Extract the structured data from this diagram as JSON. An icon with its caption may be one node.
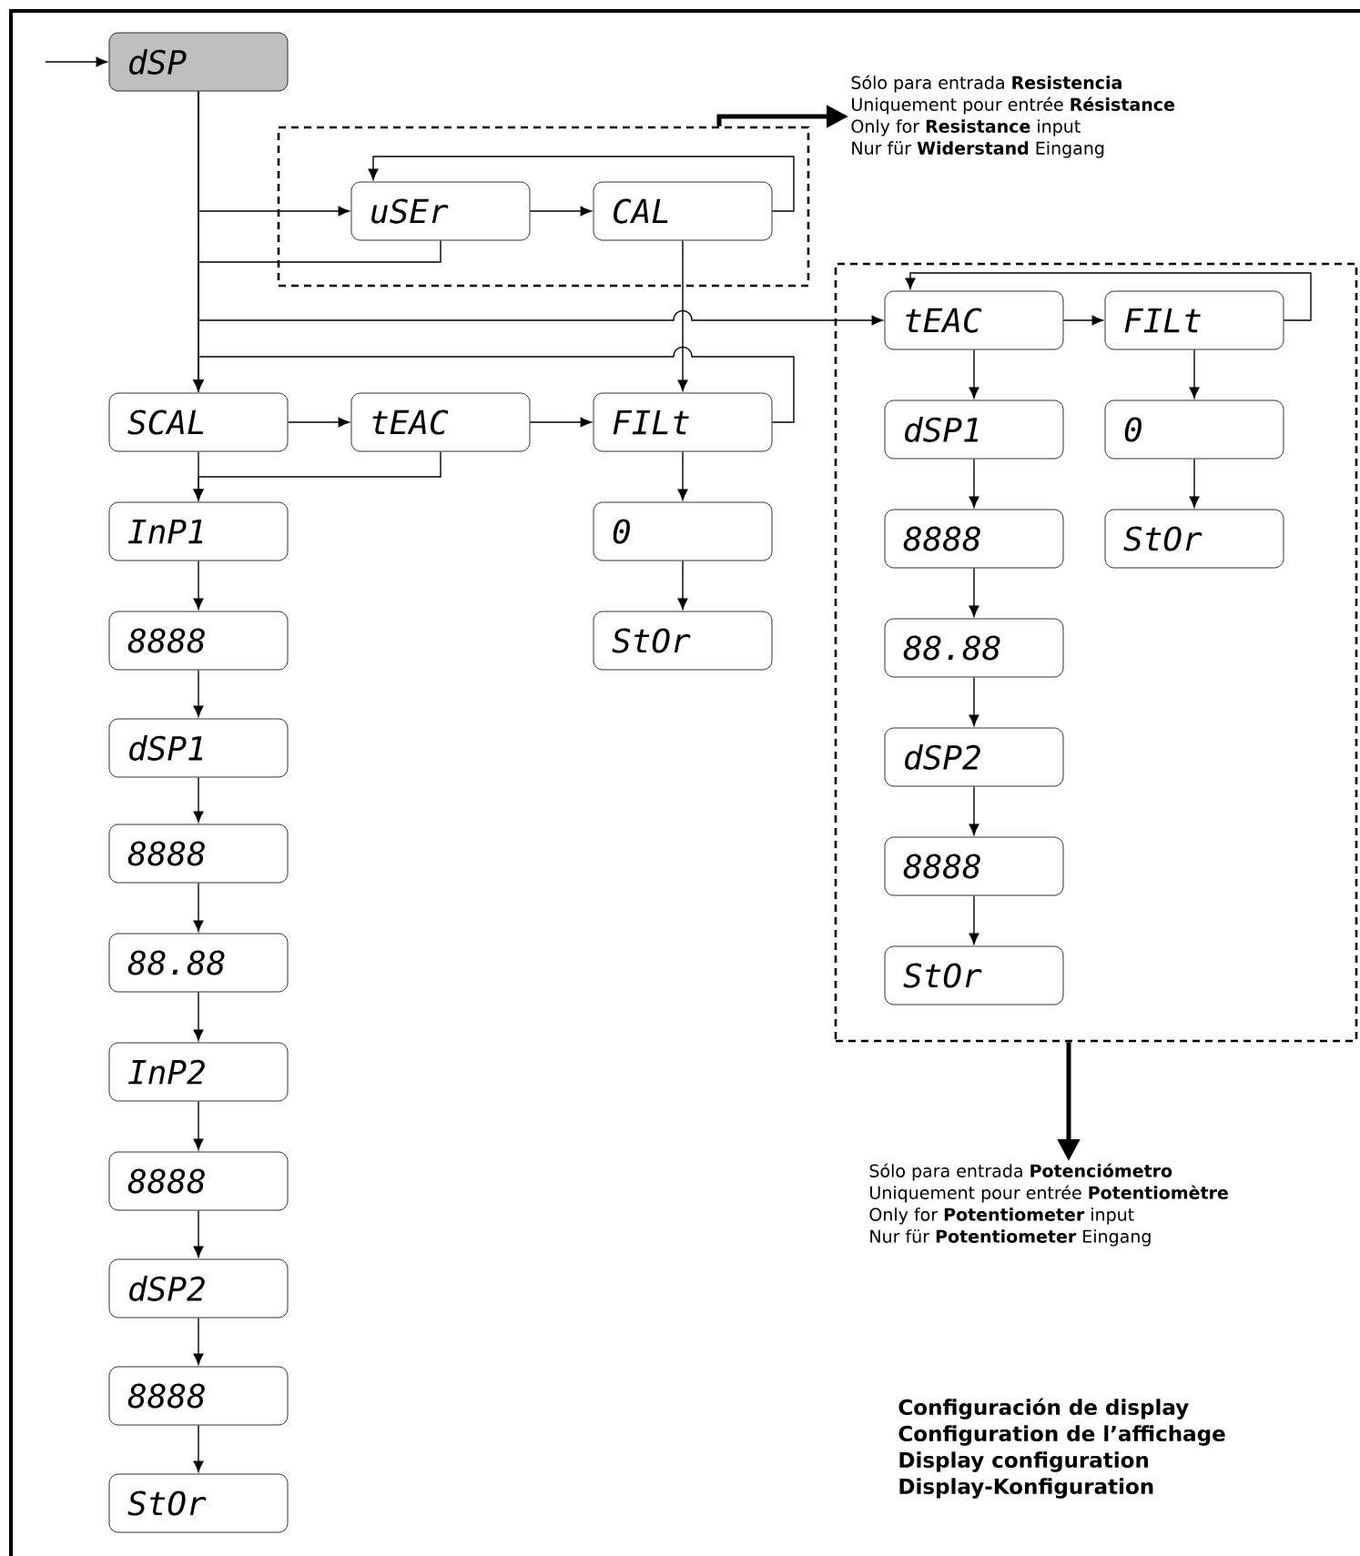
{
  "diagram": {
    "nodes": [
      {
        "text": [
          "dSP"
        ]
      },
      {
        "text": [],
        "shape": "box"
      },
      {
        "text": [
          "uSEr"
        ],
        "in": 1
      },
      {
        "text": [
          "CAL"
        ],
        "in": 1
      },
      {
        "text": [
          "Sólo para entrada **Resistencia**",
          "Uniquement pour entrée **Résistance**",
          "Only for **Resistance** input",
          "Nur für **Widerstand** Eingang"
        ]
      },
      {
        "text": [],
        "shape": "box"
      },
      {
        "text": [
          "tEAC"
        ],
        "in": 5
      },
      {
        "text": [
          "FILt"
        ],
        "in": 5
      },
      {
        "text": [
          "dSP1"
        ],
        "in": 5
      },
      {
        "text": [
          "0"
        ],
        "in": 5
      },
      {
        "text": [
          "StOr"
        ],
        "in": 5
      },
      {
        "text": [
          "8888"
        ],
        "in": 5
      },
      {
        "text": [
          "88.88"
        ],
        "in": 5
      },
      {
        "text": [
          "dSP2"
        ],
        "in": 5
      },
      {
        "text": [
          "8888"
        ],
        "in": 5
      },
      {
        "text": [
          "StOr"
        ],
        "in": 5
      },
      {
        "text": [
          "SCAL"
        ]
      },
      {
        "text": [
          "tEAC"
        ]
      },
      {
        "text": [
          "FILt"
        ]
      },
      {
        "text": [
          "0"
        ]
      },
      {
        "text": [
          "StOr"
        ]
      },
      {
        "text": [
          "InP1"
        ]
      },
      {
        "text": [
          "8888"
        ]
      },
      {
        "text": [
          "dSP1"
        ]
      },
      {
        "text": [
          "8888"
        ]
      },
      {
        "text": [
          "88.88"
        ]
      },
      {
        "text": [
          "InP2"
        ]
      },
      {
        "text": [
          "8888"
        ]
      },
      {
        "text": [
          "dSP2"
        ]
      },
      {
        "text": [
          "8888"
        ]
      },
      {
        "text": [
          "StOr"
        ]
      },
      {
        "text": [
          "Sólo para entrada **Potenciómetro**",
          "Uniquement pour entrée **Potentiomètre**",
          "Only for **Potentiometer** input",
          "Nur für **Potentiometer** Eingang"
        ]
      }
    ],
    "edges": [
      {
        "from": null,
        "to": 0,
        "arrow": "to"
      },
      {
        "from": 0,
        "to": 16,
        "arrow": "to"
      },
      {
        "from": 0,
        "to": 2,
        "arrow": "to"
      },
      {
        "from": 0,
        "to": 6,
        "arrow": "to"
      },
      {
        "from": 2,
        "to": 3,
        "arrow": "to"
      },
      {
        "from": 3,
        "to": 2,
        "arrow": "to"
      },
      {
        "from": 2,
        "to": 16,
        "arrow": "to"
      },
      {
        "from": 3,
        "to": 18,
        "arrow": "to"
      },
      {
        "from": 16,
        "to": 17,
        "arrow": "to"
      },
      {
        "from": 17,
        "to": 18,
        "arrow": "to"
      },
      {
        "from": 18,
        "to": 16,
        "arrow": "to"
      },
      {
        "from": 16,
        "to": 21,
        "arrow": "to"
      },
      {
        "from": 17,
        "to": 21,
        "arrow": "to"
      },
      {
        "from": 18,
        "to": 19,
        "arrow": "to"
      },
      {
        "from": 19,
        "to": 20,
        "arrow": "to"
      },
      {
        "from": 21,
        "to": 22,
        "arrow": "to"
      },
      {
        "from": 22,
        "to": 23,
        "arrow": "to"
      },
      {
        "from": 23,
        "to": 24,
        "arrow": "to"
      },
      {
        "from": 24,
        "to": 25,
        "arrow": "to"
      },
      {
        "from": 25,
        "to": 26,
        "arrow": "to"
      },
      {
        "from": 26,
        "to": 27,
        "arrow": "to"
      },
      {
        "from": 27,
        "to": 28,
        "arrow": "to"
      },
      {
        "from": 28,
        "to": 29,
        "arrow": "to"
      },
      {
        "from": 29,
        "to": 30,
        "arrow": "to"
      },
      {
        "from": 6,
        "to": 7,
        "arrow": "to"
      },
      {
        "from": 7,
        "to": 6,
        "arrow": "to"
      },
      {
        "from": 6,
        "to": 8,
        "arrow": "to"
      },
      {
        "from": 8,
        "to": 11,
        "arrow": "to"
      },
      {
        "from": 11,
        "to": 12,
        "arrow": "to"
      },
      {
        "from": 12,
        "to": 13,
        "arrow": "to"
      },
      {
        "from": 13,
        "to": 14,
        "arrow": "to"
      },
      {
        "from": 14,
        "to": 15,
        "arrow": "to"
      },
      {
        "from": 7,
        "to": 9,
        "arrow": "to"
      },
      {
        "from": 9,
        "to": 10,
        "arrow": "to"
      },
      {
        "from": 1,
        "to": 4,
        "arrow": "to",
        "style": "thick"
      },
      {
        "from": 5,
        "to": 31,
        "arrow": "to",
        "style": "thick"
      }
    ],
    "labels": [
      "Configuración de display",
      "Configuration de l’affichage",
      "Display configuration",
      "Display-Konfiguration"
    ]
  }
}
